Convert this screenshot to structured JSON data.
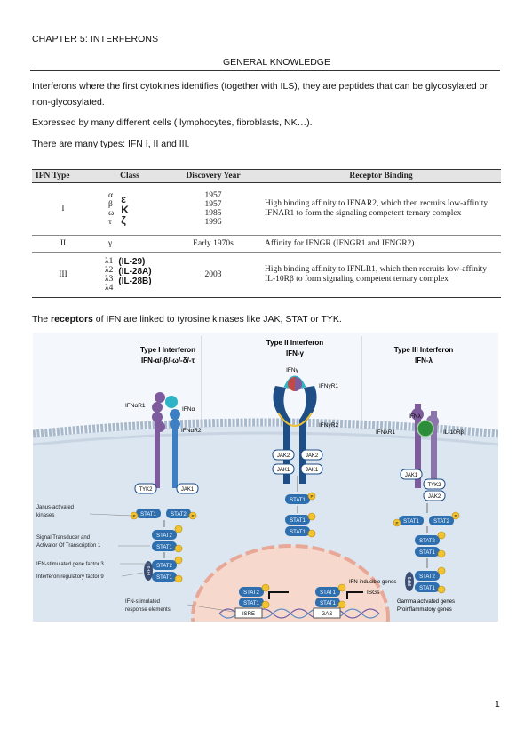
{
  "header": {
    "chapter": "CHAPTER 5: INTERFERONS",
    "section": "GENERAL KNOWLEDGE"
  },
  "paragraphs": {
    "p1": "Interferons where the first cytokines identifies (together with ILS), they are peptides that can be glycosylated or non-glycosylated.",
    "p2": "Expressed by many different cells ( lymphocytes, fibroblasts, NK…).",
    "p3": "There are many types: IFN I, II and III.",
    "p4_prefix": "The ",
    "p4_bold": "receptors",
    "p4_suffix": " of IFN are linked to tyrosine kinases like JAK, STAT or TYK."
  },
  "table": {
    "headers": [
      "IFN Type",
      "Class",
      "Discovery Year",
      "Receptor Binding"
    ],
    "rows": [
      {
        "type": "I",
        "classes": [
          "α",
          "β",
          "ω",
          "τ"
        ],
        "annotations": [
          "ε",
          "Κ",
          "ζ"
        ],
        "years": [
          "1957",
          "1957",
          "1985",
          "1996"
        ],
        "binding": "High binding affinity to IFNAR2, which then recruits low-affinity IFNAR1 to form the signaling competent ternary complex"
      },
      {
        "type": "II",
        "classes": [
          "γ"
        ],
        "annotations": [],
        "years": [
          "Early 1970s"
        ],
        "binding": "Affinity for IFNGR (IFNGR1 and IFNGR2)"
      },
      {
        "type": "III",
        "classes": [
          "λ1",
          "λ2",
          "λ3",
          "λ4"
        ],
        "annotations": [
          "(IL-29)",
          "(IL-28A)",
          "(IL-28B)"
        ],
        "years": [
          "2003"
        ],
        "binding": "High binding affinity to IFNLR1, which then recruits low-affinity IL-10Rβ to form signaling competent ternary complex"
      }
    ]
  },
  "figure": {
    "col1_title": "Type I Interferon",
    "col1_sub": "IFN-α/-β/-ω/-δ/-τ",
    "col2_title": "Type II Interferon",
    "col2_sub": "IFN-γ",
    "col3_title": "Type III Interferon",
    "col3_sub": "IFN-λ",
    "ifnar1": "IFNαR1",
    "ifna": "IFNα",
    "ifnar2": "IFNαR2",
    "ifng": "IFNγ",
    "ifngr1": "IFNγR1",
    "ifngr2": "IFNγR2",
    "ifnl": "IFNλ",
    "ifnlr1": "IFNλR1",
    "il10rb": "IL-10Rβ",
    "tyk2": "TYK2",
    "jak1": "JAK1",
    "jak2": "JAK2",
    "stat1": "STAT1",
    "stat2": "STAT2",
    "irf9": "IRF9",
    "p": "P",
    "legend_jak": "Janus-activated kinases",
    "legend_jak_l1": "Janus-activated",
    "legend_jak_l2": "kinases",
    "legend_stat_l1": "Signal Transducer and",
    "legend_stat_l2": "Activator Of Transcription 1",
    "legend_isgf3": "IFN-stimulated gene factor 3",
    "legend_irf9": "Interferon regulatory factor 9",
    "legend_isre_l1": "IFN-stimulated",
    "legend_isre_l2": "response elements",
    "ifn_inducible": "IFN-inducible genes",
    "isre": "ISRE",
    "gas": "GAS",
    "isgs": "ISGs",
    "gamma_l1": "Gamma activated genes",
    "gamma_l2": "Proinflammatory genes"
  },
  "colors": {
    "stat_blue": "#2e6fb0",
    "phospho_yellow": "#f2c230",
    "membrane": "#a9b9cc",
    "cell_fill": "#dbe6f1",
    "nucleus": "#f6d9cc",
    "receptor_purple": "#7d5b9d",
    "receptor_blue": "#1f4e86"
  },
  "page_number": "1"
}
